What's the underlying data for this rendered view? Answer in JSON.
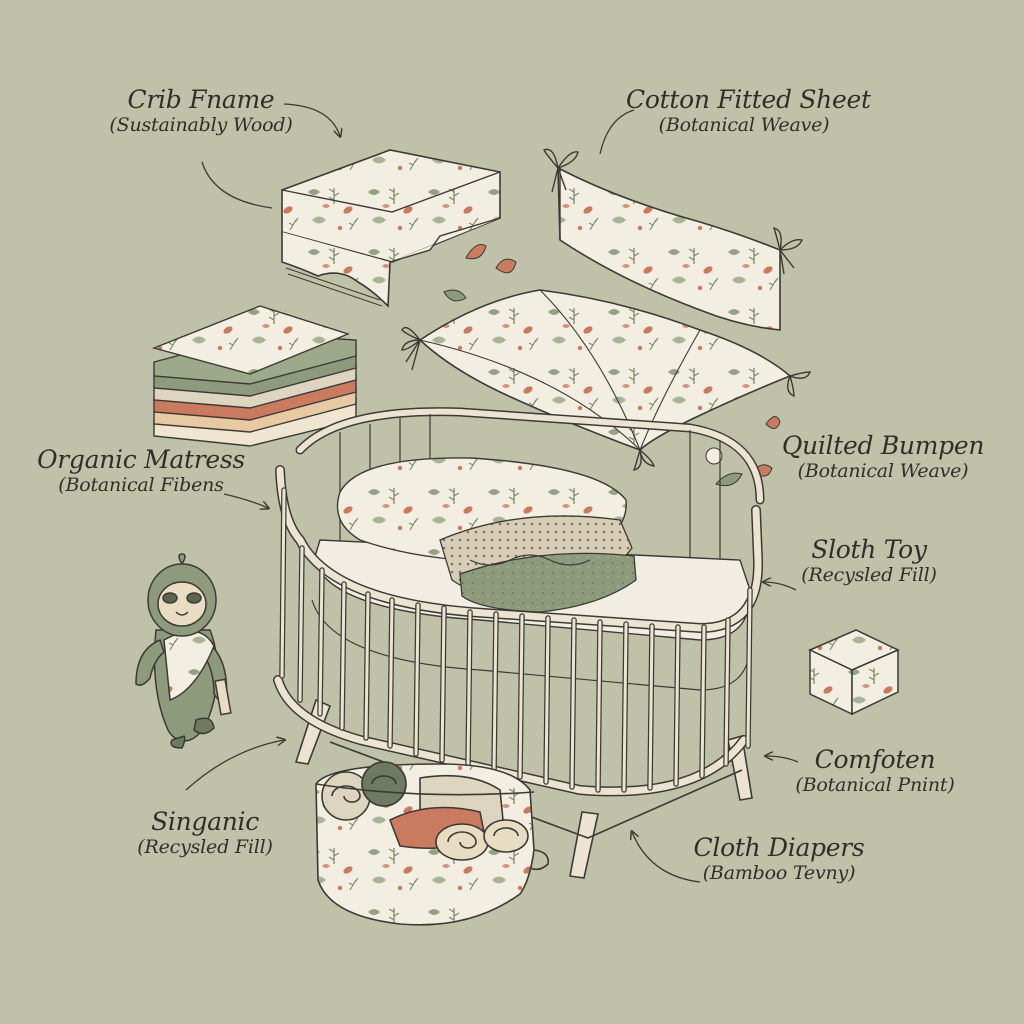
{
  "diagram": {
    "labels": [
      {
        "key": "crib_frame",
        "title": "Crib Fname",
        "subtitle": "(Sustainably Wood)"
      },
      {
        "key": "fitted_sheet",
        "title": "Cotton Fitted Sheet",
        "subtitle": "(Botanical Weave)"
      },
      {
        "key": "mattress",
        "title": "Organic Matress",
        "subtitle": "(Botanical Fibens"
      },
      {
        "key": "bumper",
        "title": "Quilted Bumpen",
        "subtitle": "(Botanical Weave)"
      },
      {
        "key": "sloth_toy",
        "title": "Sloth Toy",
        "subtitle": "(Recysled Fill)"
      },
      {
        "key": "comforter",
        "title": "Comfoten",
        "subtitle": "(Botanical Pnint)"
      },
      {
        "key": "singanic",
        "title": "Singanic",
        "subtitle": "(Recysled Fill)"
      },
      {
        "key": "cloth_diapers",
        "title": "Cloth Diapers",
        "subtitle": "(Bamboo Tevny)"
      }
    ]
  },
  "colors": {
    "background": "#bfc2a8",
    "ink": "#3b3a34",
    "fabric": "#f3eee2",
    "wood": "#ece4d2",
    "sage": "#8e9a7c",
    "terracotta": "#c97a5f"
  }
}
